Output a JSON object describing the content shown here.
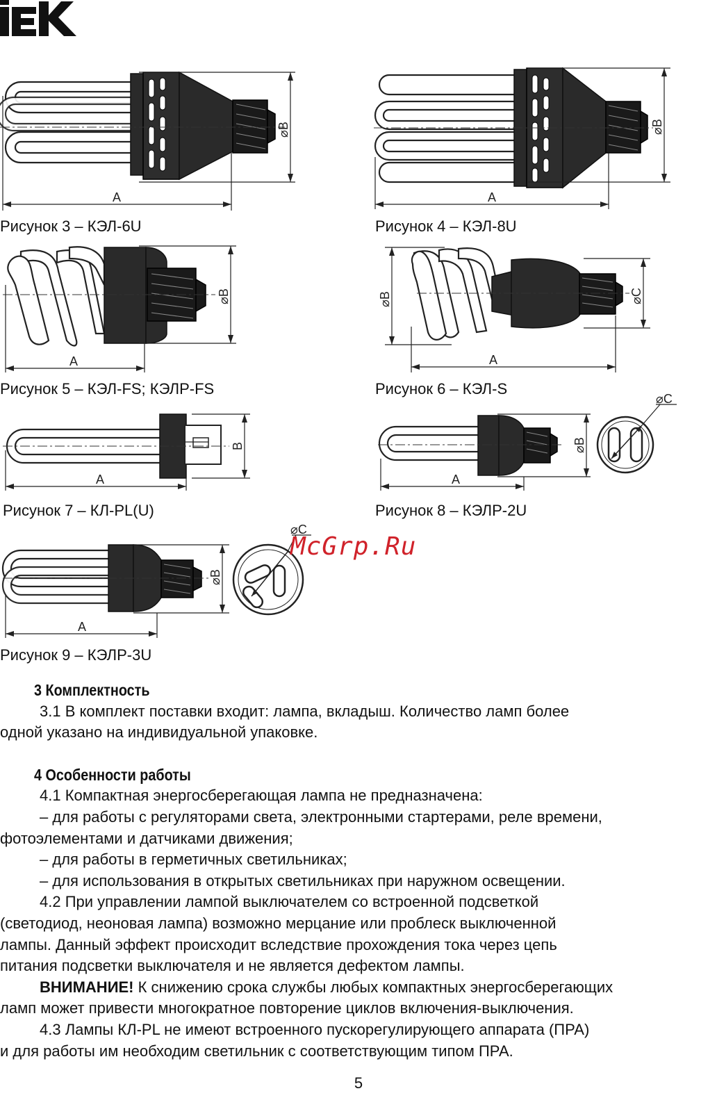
{
  "brand": {
    "logo_text": "IEK",
    "color": "#111111"
  },
  "figures": [
    {
      "caption": "Рисунок 3 – КЭЛ-6U",
      "dims": [
        "A",
        "⌀B"
      ]
    },
    {
      "caption": "Рисунок 4 – КЭЛ-8U",
      "dims": [
        "A",
        "⌀B"
      ]
    },
    {
      "caption": "Рисунок 5 – КЭЛ-FS; КЭЛР-FS",
      "dims": [
        "A",
        "⌀B"
      ]
    },
    {
      "caption": "Рисунок 6 – КЭЛ-S",
      "dims": [
        "A",
        "⌀B",
        "⌀C"
      ]
    },
    {
      "caption": "Рисунок 7 – КЛ-PL(U)",
      "dims": [
        "A",
        "B"
      ]
    },
    {
      "caption": "Рисунок 8 – КЭЛР-2U",
      "dims": [
        "A",
        "⌀B",
        "⌀C"
      ]
    },
    {
      "caption": "Рисунок 9 – КЭЛР-3U",
      "dims": [
        "A",
        "⌀B",
        "⌀C"
      ]
    }
  ],
  "watermark": "McGrp.Ru",
  "sections": {
    "s3_heading": "3  Комплектность",
    "s3_p1": "3.1  В комплект поставки входит: лампа, вкладыш. Количество ламп более",
    "s3_p1b": "одной указано на индивидуальной упаковке.",
    "s4_heading": "4  Особенности работы",
    "s4_p1": "4.1  Компактная энергосберегающая лампа не предназначена:",
    "s4_b1": "– для работы с регуляторами света, электронными стартерами, реле времени,",
    "s4_b1b": "фотоэлементами и датчиками движения;",
    "s4_b2": "– для работы в герметичных светильниках;",
    "s4_b3": "– для использования в открытых светильниках при наружном освещении.",
    "s4_p2": "4.2  При управлении лампой выключателем со встроенной подсветкой",
    "s4_p2b": "(светодиод, неоновая лампа) возможно мерцание или проблеск выключенной",
    "s4_p2c": "лампы. Данный эффект происходит вследствие прохождения тока через цепь",
    "s4_p2d": "питания подсветки выключателя и не является дефектом лампы.",
    "warn_label": "ВНИМАНИЕ!",
    "warn_text": " К снижению срока службы любых компактных энергосберегающих",
    "warn_textb": "ламп может привести многократное повторение циклов включения-выключения.",
    "s4_p3": "4.3  Лампы КЛ-PL не имеют встроенного пускорегулирующего аппарата (ПРА)",
    "s4_p3b": "и для работы им необходим светильник с соответствующим типом ПРА."
  },
  "page_number": "5"
}
